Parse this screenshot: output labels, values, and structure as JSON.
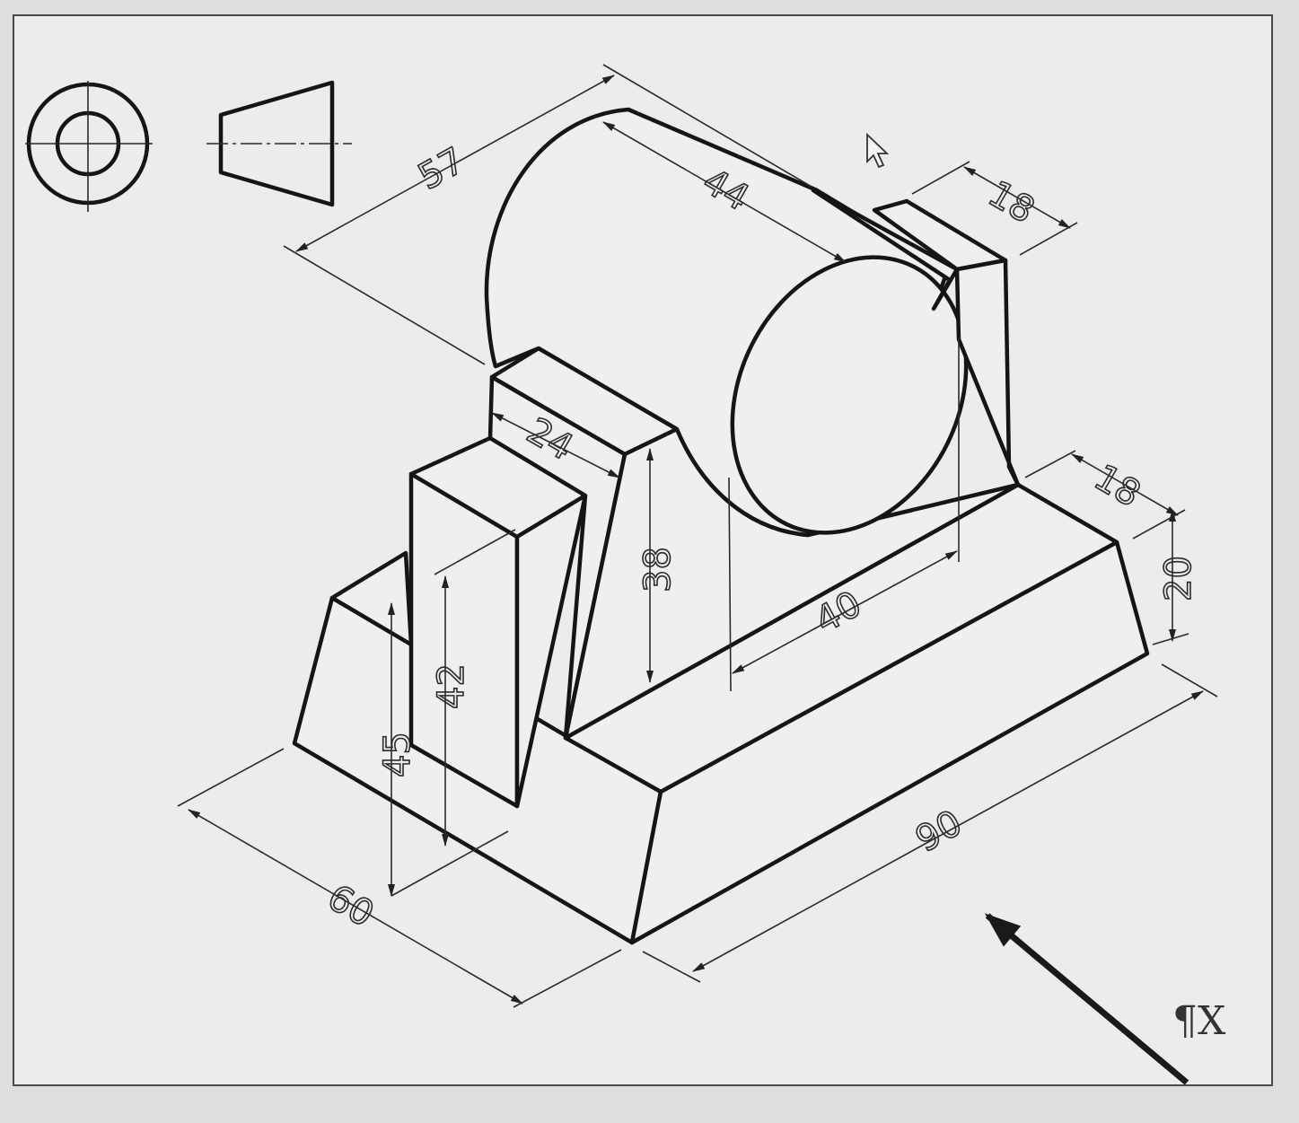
{
  "dimensions": {
    "d57": "57",
    "d44": "44",
    "d18_top": "18",
    "d24": "24",
    "d38": "38",
    "d45": "45",
    "d42": "42",
    "d40": "40",
    "d18_right": "18",
    "d20": "20",
    "d60": "60",
    "d90": "90"
  },
  "projection_symbol": "first-angle-projection-symbol",
  "corner_mark": "¶X",
  "icons": {
    "cursor": "mouse-pointer-icon",
    "arrow": "direction-arrow-icon"
  },
  "colors": {
    "line": "#151515",
    "background": "#eaeced"
  }
}
